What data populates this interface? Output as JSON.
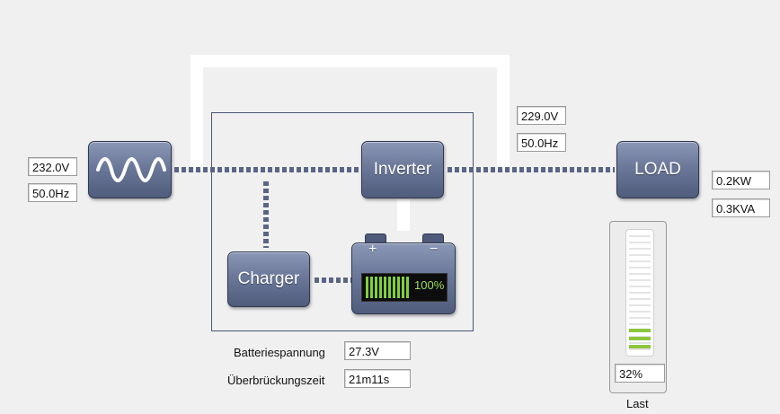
{
  "input": {
    "voltage": "232.0V",
    "frequency": "50.0Hz"
  },
  "output": {
    "voltage": "229.0V",
    "frequency": "50.0Hz"
  },
  "inverter": {
    "label": "Inverter"
  },
  "charger": {
    "label": "Charger"
  },
  "load": {
    "label": "LOAD",
    "power_kw": "0.2KW",
    "power_kva": "0.3KVA"
  },
  "battery": {
    "plus": "+",
    "minus": "−",
    "level_text": "100%",
    "level": 1.0,
    "voltage_label": "Batteriespannung",
    "voltage": "27.3V",
    "runtime_label": "Überbrückungszeit",
    "runtime": "21m11s"
  },
  "load_meter": {
    "percent_text": "32%",
    "percent": 0.32,
    "caption": "Last"
  },
  "colors": {
    "button": "#6b7899",
    "flow": "#5a6585",
    "battery_bar": "#7fd13b",
    "meter_bar": "#8cc63f"
  }
}
